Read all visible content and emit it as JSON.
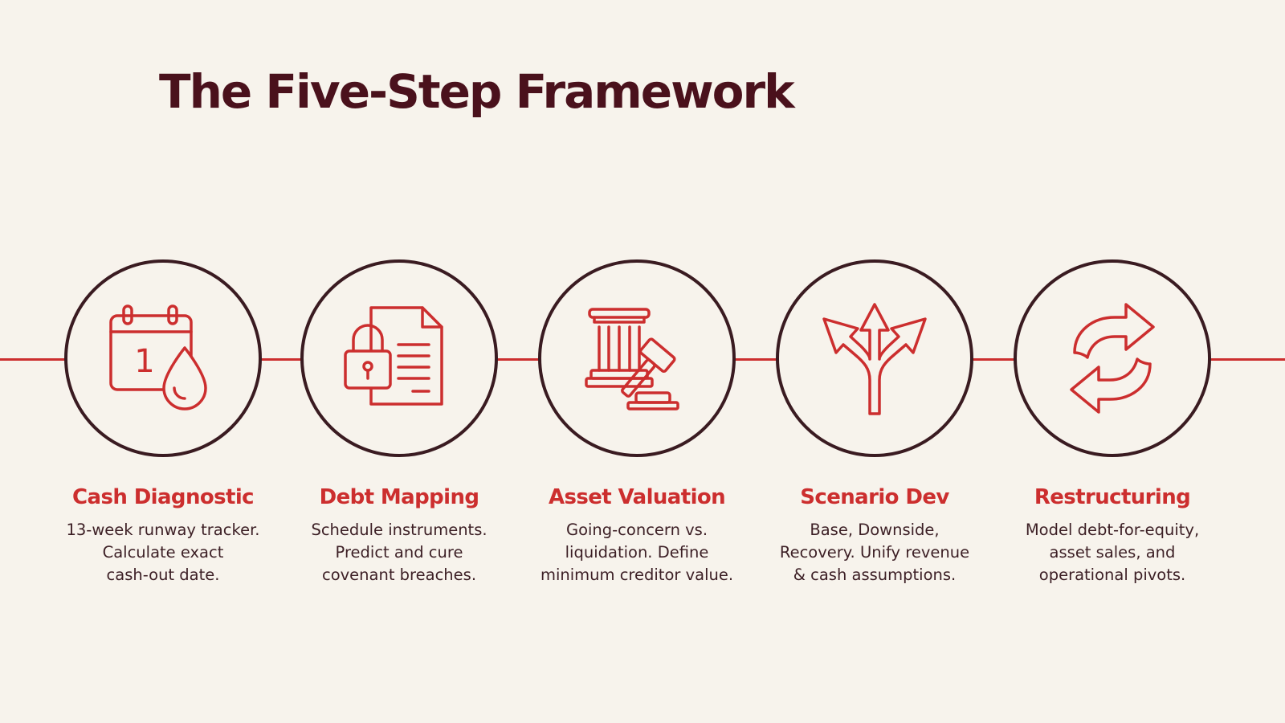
{
  "title": "The Five-Step Framework",
  "colors": {
    "background": "#f7f3ec",
    "accent": "#cc2e2e",
    "dark": "#3a1b21",
    "title": "#4a111c"
  },
  "steps": [
    {
      "icon": "calendar-drop-icon",
      "calendar_day": "1",
      "title": "Cash Diagnostic",
      "lines": [
        "13-week runway tracker.",
        "Calculate exact",
        "cash-out date."
      ]
    },
    {
      "icon": "padlock-document-icon",
      "title": "Debt Mapping",
      "lines": [
        "Schedule instruments.",
        "Predict and cure",
        "covenant breaches."
      ]
    },
    {
      "icon": "courthouse-gavel-icon",
      "title": "Asset Valuation",
      "lines": [
        "Going-concern vs.",
        "liquidation. Define",
        "minimum creditor value."
      ]
    },
    {
      "icon": "branching-arrows-icon",
      "title": "Scenario Dev",
      "lines": [
        "Base, Downside,",
        "Recovery. Unify revenue",
        "& cash assumptions."
      ]
    },
    {
      "icon": "cycle-arrows-icon",
      "title": "Restructuring",
      "lines": [
        "Model debt-for-equity,",
        "asset sales, and",
        "operational pivots."
      ]
    }
  ]
}
